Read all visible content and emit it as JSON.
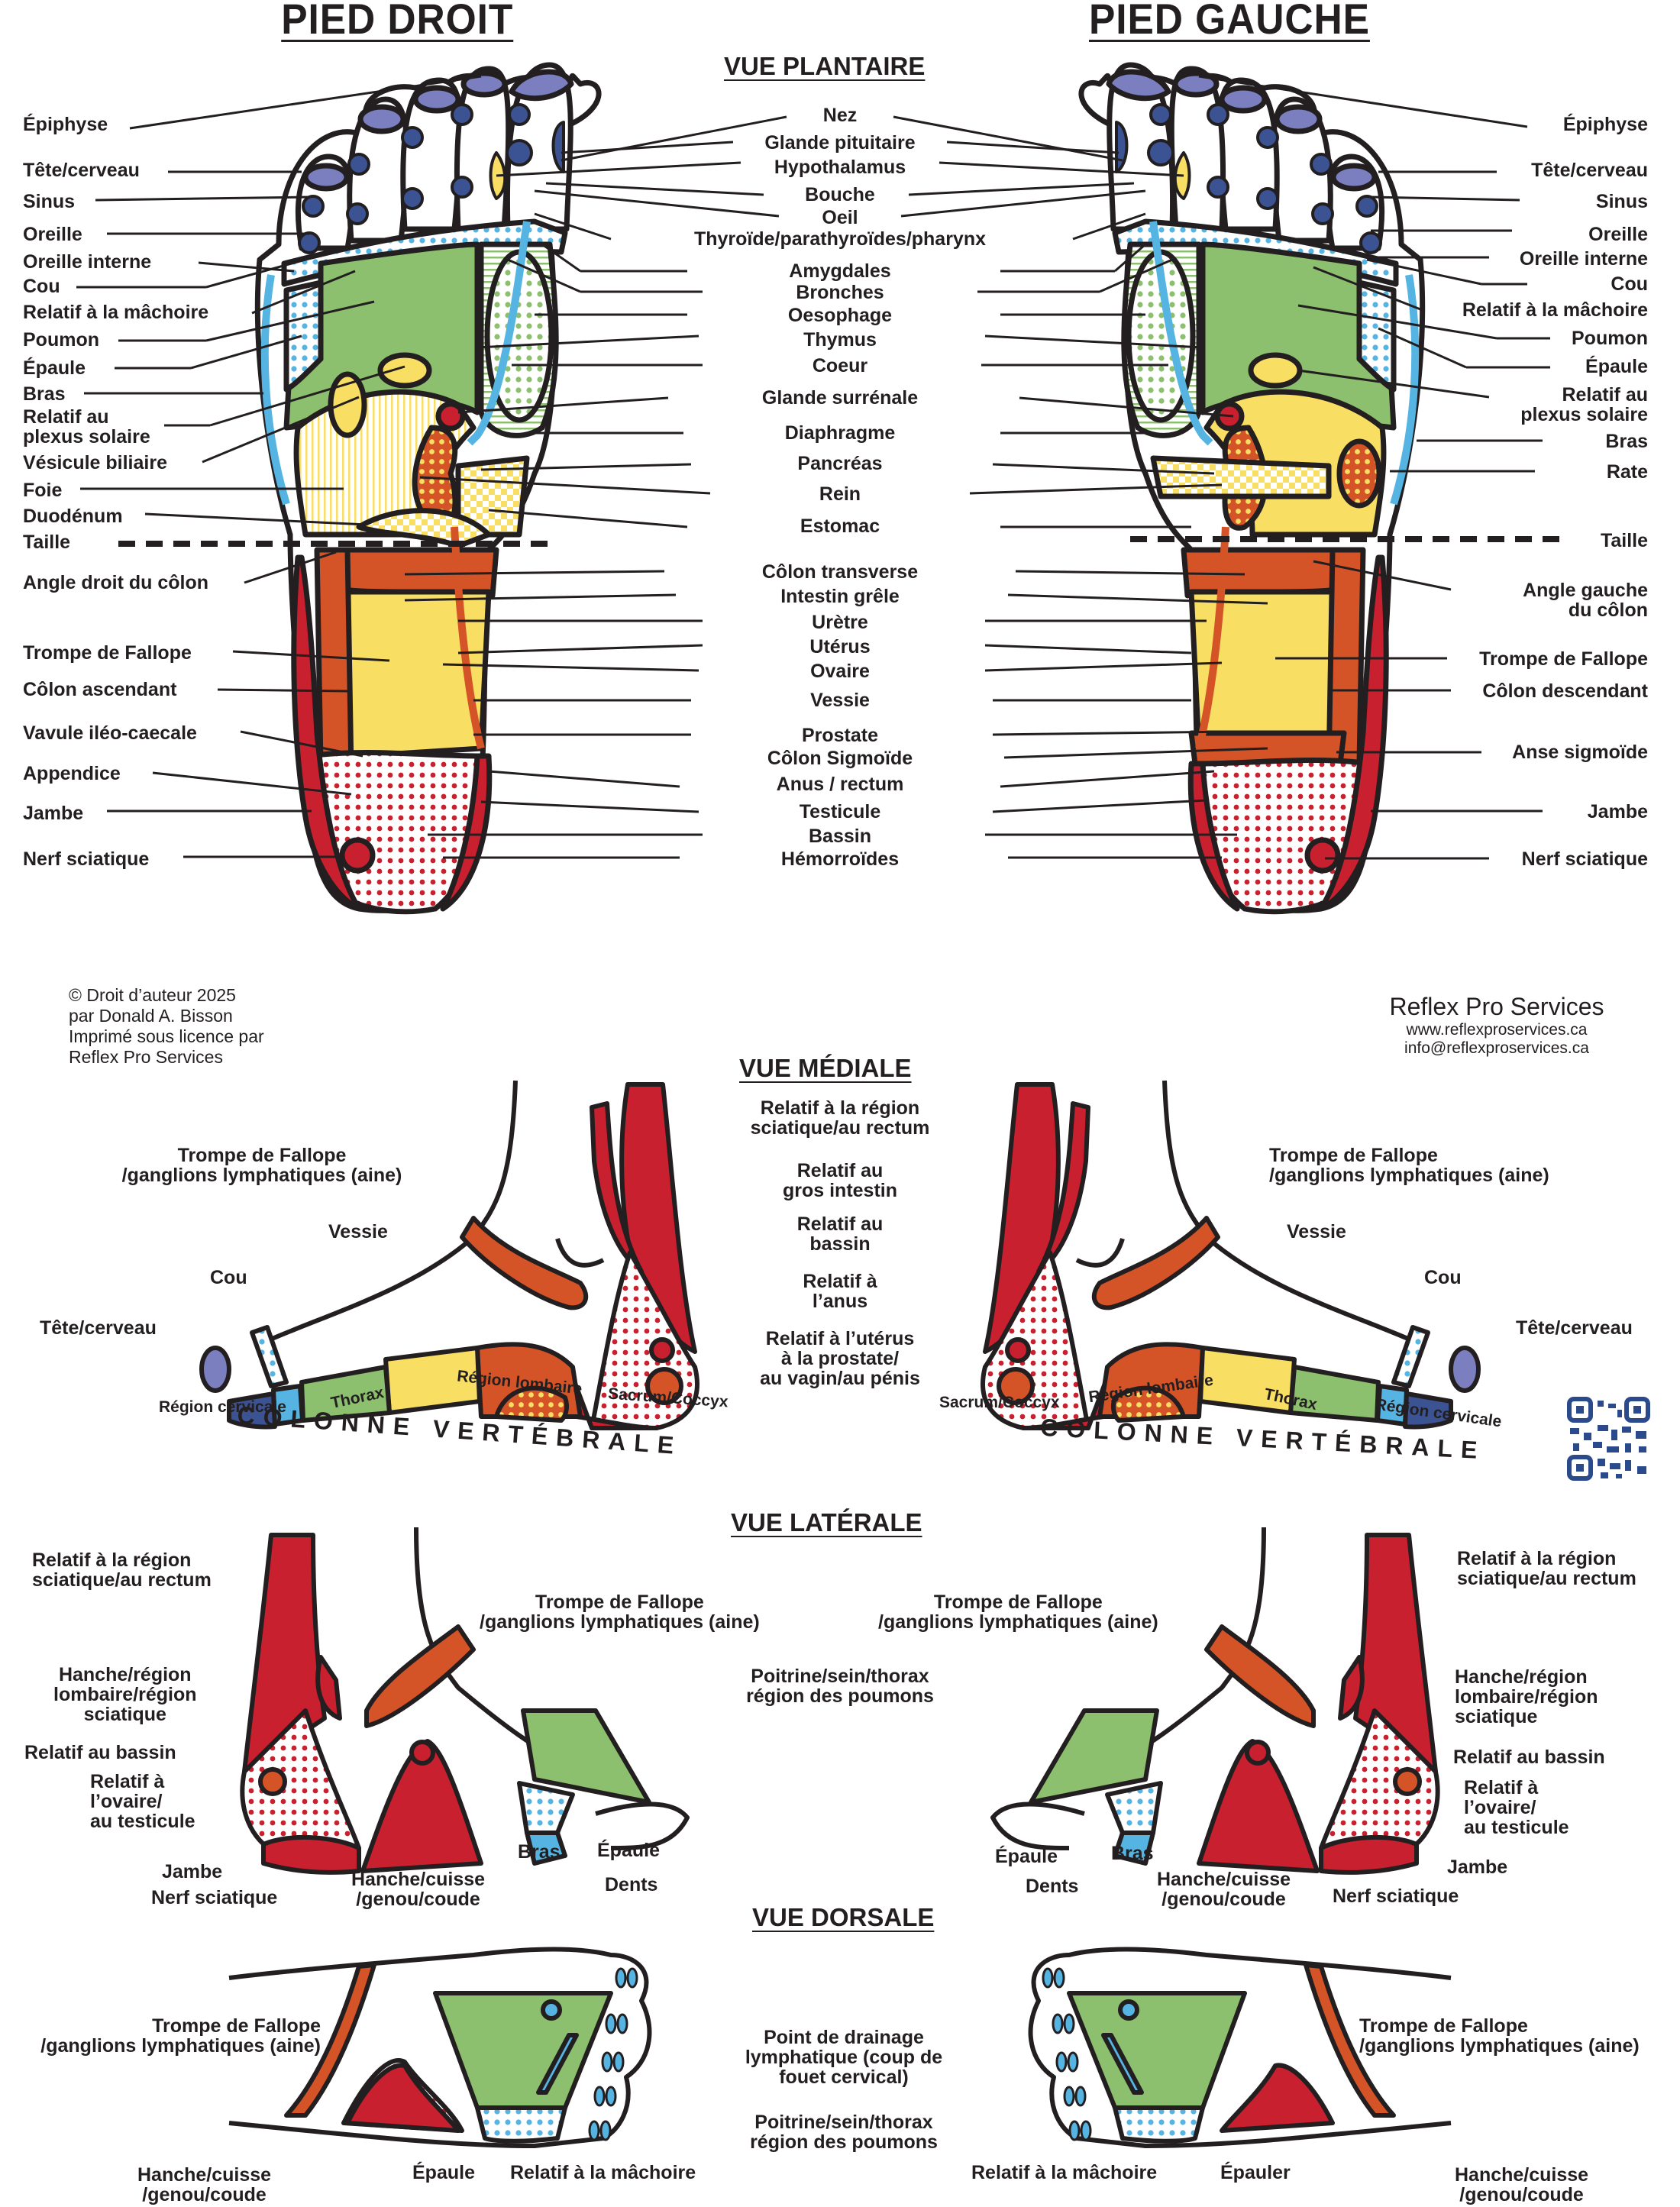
{
  "titles": {
    "right_foot": "PIED DROIT",
    "left_foot": "PIED GAUCHE"
  },
  "sections": {
    "plantar": "VUE PLANTAIRE",
    "medial": "VUE MÉDIALE",
    "lateral": "VUE LATÉRALE",
    "dorsal": "VUE DORSALE"
  },
  "plantar": {
    "right_labels": [
      "Épiphyse",
      "Tête/cerveau",
      "Sinus",
      "Oreille",
      "Oreille interne",
      "Cou",
      "Relatif à la mâchoire",
      "Poumon",
      "Épaule",
      "Bras",
      "Relatif au\nplexus solaire",
      "Vésicule biliaire",
      "Foie",
      "Duodénum",
      "Taille",
      "Angle droit du côlon",
      "Trompe de Fallope",
      "Côlon ascendant",
      "Vavule iléo-caecale",
      "Appendice",
      "Jambe",
      "Nerf sciatique"
    ],
    "center_labels": [
      "Nez",
      "Glande pituitaire",
      "Hypothalamus",
      "Bouche",
      "Oeil",
      "Thyroïde/parathyroïdes/pharynx",
      "Amygdales",
      "Bronches",
      "Oesophage",
      "Thymus",
      "Coeur",
      "Glande surrénale",
      "Diaphragme",
      "Pancréas",
      "Rein",
      "Estomac",
      "Côlon transverse",
      "Intestin grêle",
      "Urètre",
      "Utérus",
      "Ovaire",
      "Vessie",
      "Prostate",
      "Côlon Sigmoïde",
      "Anus / rectum",
      "Testicule",
      "Bassin",
      "Hémorroïdes"
    ],
    "left_labels": [
      "Épiphyse",
      "Tête/cerveau",
      "Sinus",
      "Oreille",
      "Oreille interne",
      "Cou",
      "Relatif à la mâchoire",
      "Poumon",
      "Épaule",
      "Relatif au\nplexus solaire",
      "Bras",
      "Rate",
      "Taille",
      "Angle gauche\ndu côlon",
      "Trompe de Fallope",
      "Côlon descendant",
      "Anse sigmoïde",
      "Jambe",
      "Nerf sciatique"
    ]
  },
  "credits": {
    "copyright": "© Droit d’auteur 2025",
    "author": "par Donald A. Bisson",
    "license": "Imprimé sous licence par",
    "licensee": "Reflex Pro Services"
  },
  "brand": {
    "name": "Reflex Pro Services",
    "website": "www.reflexproservices.ca",
    "email": "info@reflexproservices.ca",
    "qr_icon": "qr-code"
  },
  "medial": {
    "left": {
      "fallope": "Trompe de Fallope\n/ganglions lymphatiques (aine)",
      "vessie": "Vessie",
      "cou": "Cou",
      "tete": "Tête/cerveau",
      "cervicale": "Région cervicale",
      "thorax": "Thorax",
      "lombaire": "Région lombaire",
      "sacrum": "Sacrum/Coccyx"
    },
    "center": {
      "sciatique": "Relatif à la région\nsciatique/au rectum",
      "intestin": "Relatif au\ngros intestin",
      "bassin": "Relatif au\nbassin",
      "anus": "Relatif à\nl’anus",
      "uterus": "Relatif à l’utérus\nà la prostate/\nau vagin/au pénis"
    },
    "right": {
      "fallope": "Trompe de Fallope\n/ganglions lymphatiques (aine)",
      "vessie": "Vessie",
      "cou": "Cou",
      "tete": "Tête/cerveau",
      "cervicale": "Région cervicale",
      "thorax": "Thorax",
      "lombaire": "Région lombaire",
      "sacrum": "Sacrum/Coccyx"
    },
    "spine_word": "COLONNE VERTÉBRALE"
  },
  "lateral": {
    "left": {
      "sciatique": "Relatif à la région\nsciatique/au rectum",
      "hanche_lomb": "Hanche/région\nlombaire/région\nsciatique",
      "bassin": "Relatif au bassin",
      "ovaire": "Relatif à\nl’ovaire/\nau testicule",
      "jambe": "Jambe",
      "nerf": "Nerf sciatique",
      "hanche_cuisse": "Hanche/cuisse\n/genou/coude",
      "bras": "Bras",
      "epaule": "Épaule",
      "dents": "Dents",
      "fallope": "Trompe de Fallope\n/ganglions lymphatiques (aine)"
    },
    "center": {
      "poitrine": "Poitrine/sein/thorax\nrégion des poumons"
    },
    "right": {
      "sciatique": "Relatif à la région\nsciatique/au rectum",
      "hanche_lomb": "Hanche/région\nlombaire/région\nsciatique",
      "bassin": "Relatif au bassin",
      "ovaire": "Relatif à\nl’ovaire/\nau testicule",
      "jambe": "Jambe",
      "nerf": "Nerf sciatique",
      "hanche_cuisse": "Hanche/cuisse\n/genou/coude",
      "bras": "Bras",
      "epaule": "Épaule",
      "dents": "Dents",
      "fallope": "Trompe de Fallope\n/ganglions lymphatiques (aine)"
    }
  },
  "dorsal": {
    "left": {
      "fallope": "Trompe de Fallope\n/ganglions lymphatiques (aine)",
      "hanche": "Hanche/cuisse\n/genou/coude",
      "epaule": "Épaule",
      "machoire": "Relatif à la mâchoire"
    },
    "center": {
      "drainage": "Point de drainage\nlymphatique (coup de\nfouet cervical)",
      "poitrine": "Poitrine/sein/thorax\nrégion des poumons"
    },
    "right": {
      "fallope": "Trompe de Fallope\n/ganglions lymphatiques (aine)",
      "hanche": "Hanche/cuisse\n/genou/coude",
      "epaule": "Épauler",
      "machoire": "Relatif à la mâchoire"
    }
  },
  "colors": {
    "outline": "#231f20",
    "toe_purple": "#7b7fc0",
    "dot_navy": "#3b5393",
    "light_blue": "#56b4e3",
    "green": "#8cbf6e",
    "yellow": "#f9de64",
    "orange": "#d55427",
    "red": "#c8202f"
  }
}
